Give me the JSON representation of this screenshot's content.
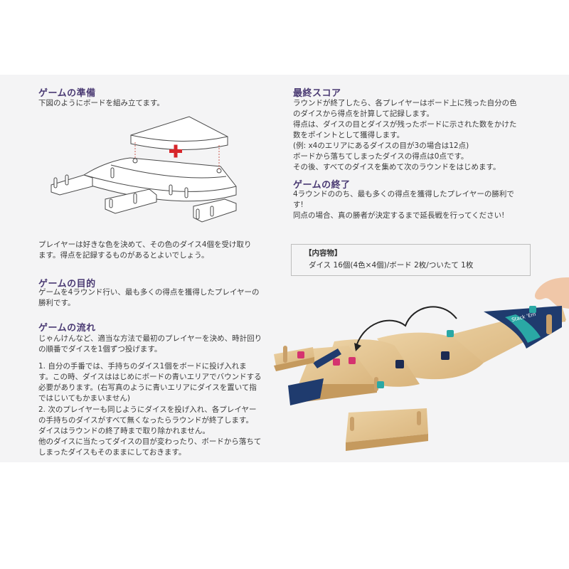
{
  "setup": {
    "heading": "ゲームの準備",
    "text": "下図のようにボードを組み立てます。",
    "players_text": [
      "プレイヤーは好きな色を決めて、その色のダイス4個を受け取り",
      "ます。得点を記録するものがあるとよいでしょう。"
    ]
  },
  "objective": {
    "heading": "ゲームの目的",
    "lines": [
      "ゲームを4ラウンド行い、最も多くの得点を獲得したプレイヤーの",
      "勝利です。"
    ]
  },
  "flow": {
    "heading": "ゲームの流れ",
    "intro": [
      "じゃんけんなど、適当な方法で最初のプレイヤーを決め、時計回り",
      "の順番でダイスを1個ずつ投げます。"
    ],
    "step1": [
      "1. 自分の手番では、手持ちのダイス1個をボードに投げ入れま",
      "す。この時、ダイスははじめにボードの青いエリアでバウンドする",
      "必要があります。(右写真のように青いエリアにダイスを置いて指",
      "ではじいてもかまいません)"
    ],
    "step2": [
      "2. 次のプレイヤーも同じようにダイスを投げ入れ、各プレイヤー",
      "の手持ちのダイスがすべて無くなったらラウンドが終了します。",
      "ダイスはラウンドの終了時まで取り除かれません。",
      "他のダイスに当たってダイスの目が変わったり、ボードから落ちて",
      "しまったダイスもそのままにしておきます。"
    ]
  },
  "final_score": {
    "heading": "最終スコア",
    "lines": [
      "ラウンドが終了したら、各プレイヤーはボード上に残った自分の色",
      "のダイスから得点を計算して記録します。",
      "得点は、ダイスの目とダイスが残ったボードに示された数をかけた",
      "数をポイントとして獲得します。",
      "(例: x4のエリアにあるダイスの目が3の場合は12点)",
      "ボードから落ちてしまったダイスの得点は0点です。",
      "その後、すべてのダイスを集めて次のラウンドをはじめます。"
    ]
  },
  "game_end": {
    "heading": "ゲームの終了",
    "lines": [
      "4ラウンドののち、最も多くの得点を獲得したプレイヤーの勝利で",
      "す!",
      "同点の場合、真の勝者が決定するまで延長戦を行ってください!"
    ]
  },
  "contents": {
    "title": "【内容物】",
    "text": "ダイス 16個(4色×4個)/ボード 2枚/ついたて 1枚"
  },
  "colors": {
    "heading": "#4a3a73",
    "plus": "#d7262b",
    "wood": "#e3c38f",
    "navy": "#1f3b6e",
    "teal": "#2aa8a5"
  },
  "photo_board_text": "Stack 'Em"
}
